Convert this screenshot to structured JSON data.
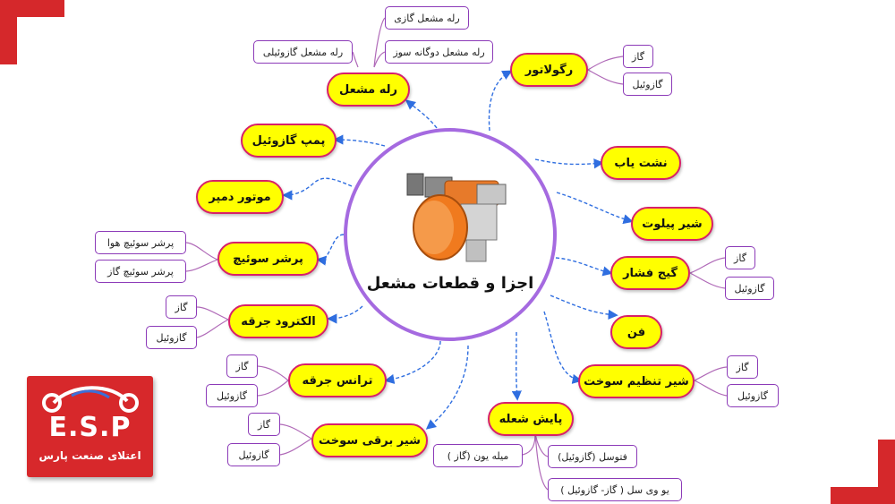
{
  "title": "اجزا و قطعات مشعل",
  "logo": {
    "main": "E.S.P",
    "sub": "اعتلای صنعت پارس"
  },
  "colors": {
    "node_fill": "#ffff00",
    "node_border": "#d8206a",
    "leaf_border": "#8c3ab8",
    "connector": "#2f6ee0",
    "brand_red": "#d5282b"
  },
  "nodes": {
    "rele": "رله مشعل",
    "pomp": "پمپ گازوئیل",
    "damper": "موتور دمپر",
    "presher": "پرشر سوئیچ",
    "electrode": "الکترود جرقه",
    "trans": "ترانس جرقه",
    "shir_barghi": "شیر برقی سوخت",
    "payesh": "پایش شعله",
    "shir_tanzim": "شیر تنظیم سوخت",
    "fan": "فن",
    "gauge": "گیج فشار",
    "pilot": "شیر پیلوت",
    "nasht": "نشت یاب",
    "regulator": "رگولاتور"
  },
  "leaves": {
    "rele_gaz": "رله مشعل گازی",
    "rele_dogane": "رله مشعل دوگانه سوز",
    "rele_gazoil": "رله مشعل گازوئیلی",
    "reg_gaz": "گاز",
    "reg_gazoil": "گازوئیل",
    "presh_hava": "پرشر سوئیچ هوا",
    "presh_gaz": "پرشر سوئیچ گاز",
    "gauge_gaz": "گاز",
    "gauge_gazoil": "گازوئیل",
    "elec_gaz": "گاز",
    "elec_gazoil": "گازوئیل",
    "tanzim_gaz": "گاز",
    "tanzim_gazoil": "گازوئیل",
    "trans_gaz": "گاز",
    "trans_gazoil": "گازوئیل",
    "barghi_gaz": "گاز",
    "barghi_gazoil": "گازوئیل",
    "payesh_yon": "میله یون (گاز )",
    "payesh_foto": "فتوسل (گازوئیل)",
    "payesh_uv": "یو وی سل ( گاز- گازوئیل )"
  }
}
